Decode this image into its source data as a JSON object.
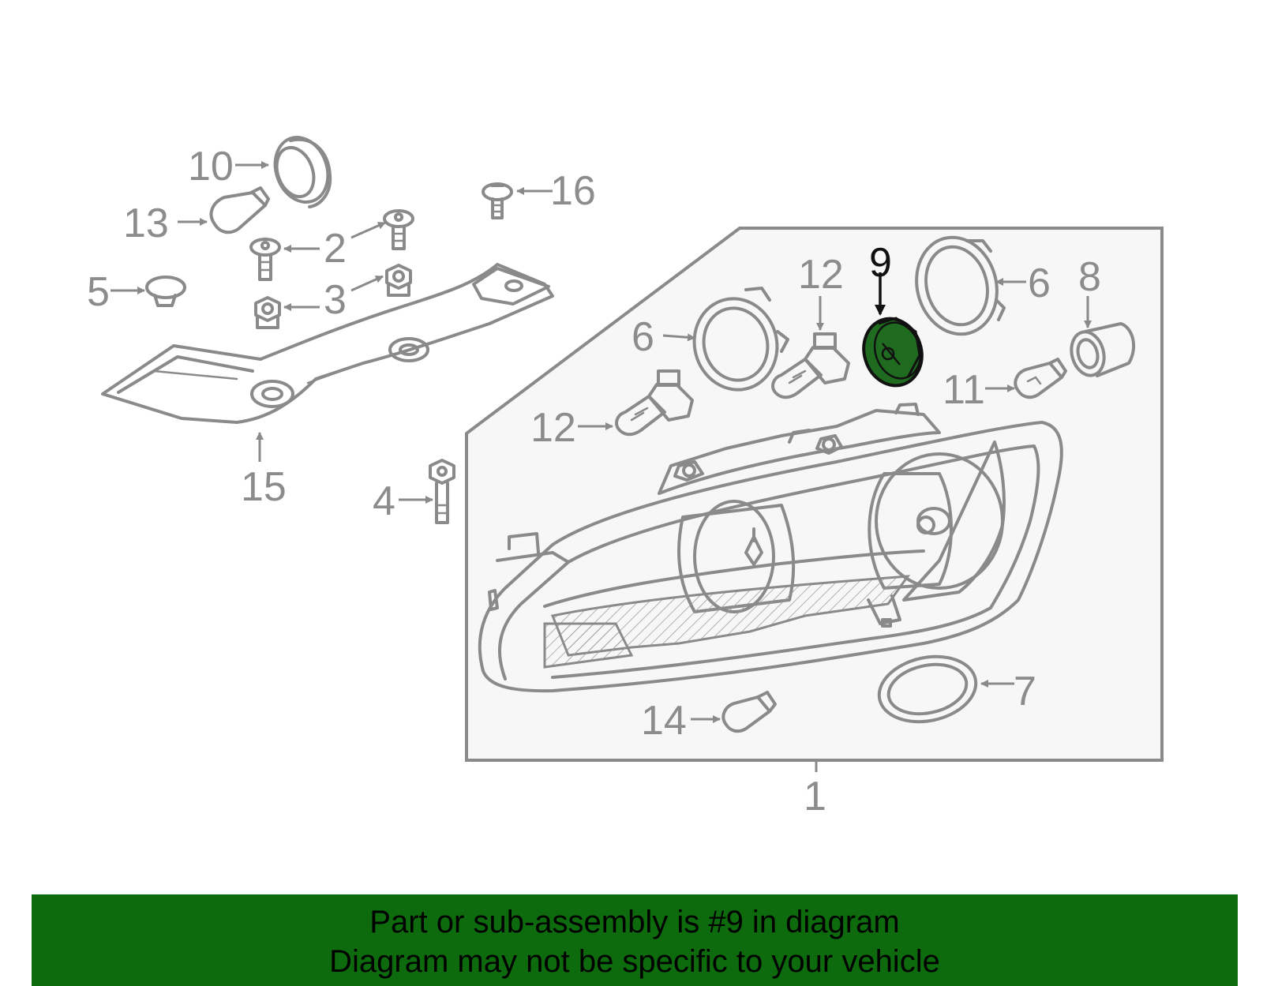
{
  "diagram": {
    "callouts": [
      "10",
      "13",
      "16",
      "2",
      "5",
      "3",
      "15",
      "4",
      "12",
      "9",
      "6",
      "8",
      "6",
      "12",
      "11",
      "7",
      "14",
      "1"
    ],
    "highlight_callout": "9",
    "colors": {
      "part_stroke": "#8a8a8a",
      "inset_fill": "#f7f7f7",
      "highlight_fill": "#1f6b1f",
      "banner_bg": "#0d6b0d"
    }
  },
  "banner": {
    "line1": "Part or sub-assembly is #9 in diagram",
    "line2": "Diagram may not be specific to your vehicle"
  }
}
